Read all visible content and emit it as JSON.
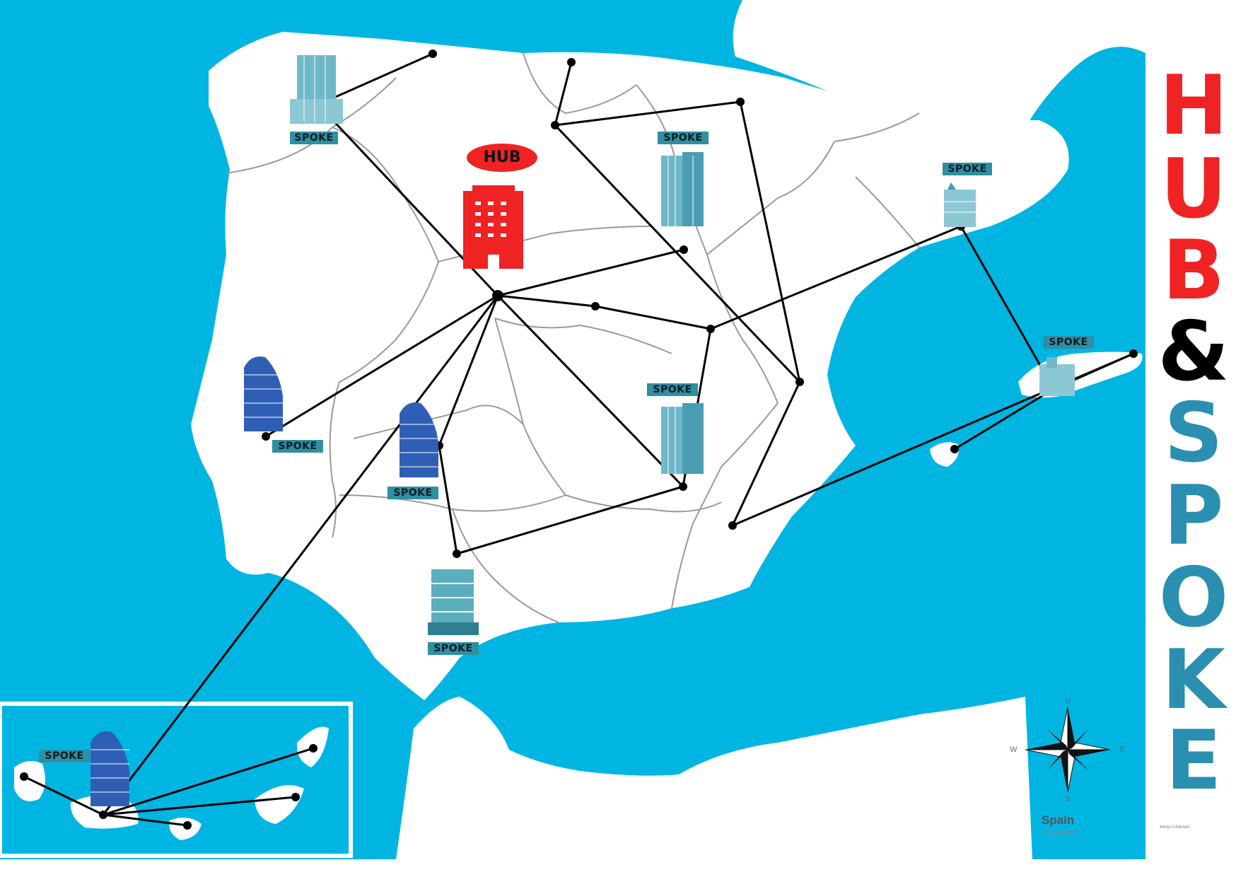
{
  "map": {
    "hub_label": "HUB",
    "spoke_label": "SPOKE",
    "colors": {
      "sea": "#00b5e2",
      "land": "#ffffff",
      "border": "#9a9a9a",
      "hub": "#ef2323",
      "spoke_tag": "#2f8fa3",
      "route": "#000000"
    }
  },
  "title": {
    "letters": [
      {
        "char": "H",
        "color": "#ef2323"
      },
      {
        "char": "U",
        "color": "#ef2323"
      },
      {
        "char": "B",
        "color": "#ef2323"
      },
      {
        "char": "&",
        "color": "#000000"
      },
      {
        "char": "S",
        "color": "#2a8fb0"
      },
      {
        "char": "P",
        "color": "#2a8fb0"
      },
      {
        "char": "O",
        "color": "#2a8fb0"
      },
      {
        "char": "K",
        "color": "#2a8fb0"
      },
      {
        "char": "E",
        "color": "#2a8fb0"
      }
    ]
  },
  "compass": {
    "n": "N",
    "s": "S",
    "e": "E",
    "w": "W"
  },
  "caption": {
    "title": "Spain",
    "subtitle": "Unlabeled",
    "credit": "ANGELO BRENAS"
  }
}
